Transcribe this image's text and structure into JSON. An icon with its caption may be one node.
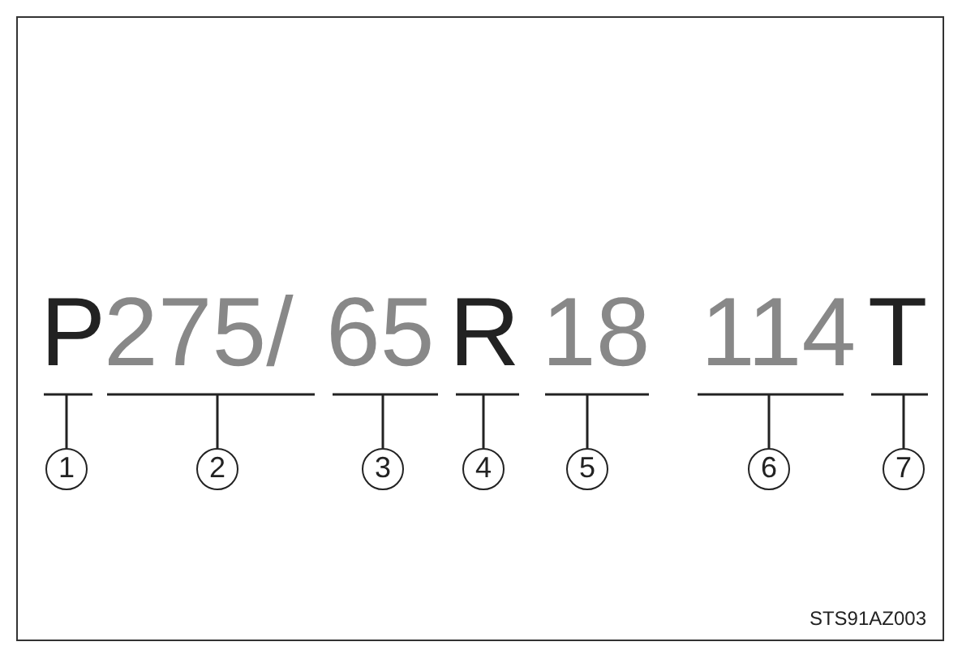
{
  "diagram": {
    "nodes": [
      {
        "text": [
          "P"
        ]
      },
      {
        "text": [
          "275/"
        ]
      },
      {
        "text": [
          "65"
        ]
      },
      {
        "text": [
          "R"
        ]
      },
      {
        "text": [
          "18"
        ]
      },
      {
        "text": [
          "114"
        ]
      },
      {
        "text": [
          "T"
        ]
      },
      {
        "text": [
          "1"
        ]
      },
      {
        "text": [
          "2"
        ]
      },
      {
        "text": [
          "3"
        ]
      },
      {
        "text": [
          "4"
        ]
      },
      {
        "text": [
          "5"
        ]
      },
      {
        "text": [
          "6"
        ]
      },
      {
        "text": [
          "7"
        ]
      }
    ],
    "edges": [
      {
        "from": 7,
        "to": 0,
        "arrow": "none"
      },
      {
        "from": 8,
        "to": 1,
        "arrow": "none"
      },
      {
        "from": 9,
        "to": 2,
        "arrow": "none"
      },
      {
        "from": 10,
        "to": 3,
        "arrow": "none"
      },
      {
        "from": 11,
        "to": 4,
        "arrow": "none"
      },
      {
        "from": 12,
        "to": 5,
        "arrow": "none"
      },
      {
        "from": 13,
        "to": 6,
        "arrow": "none"
      }
    ],
    "labels": [
      "STS91AZ003"
    ]
  }
}
